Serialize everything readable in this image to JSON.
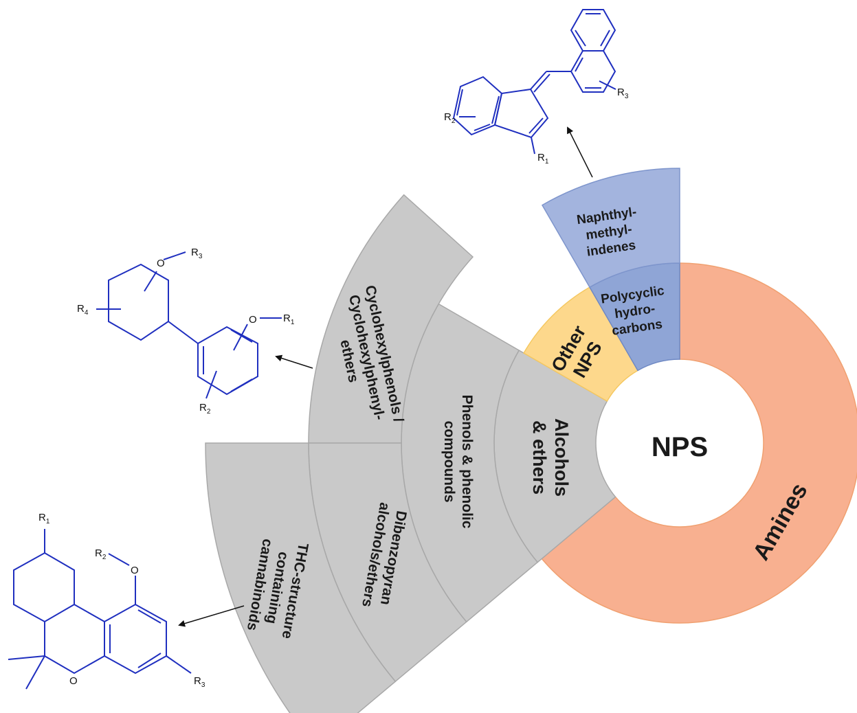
{
  "center": {
    "label": "NPS"
  },
  "segments": {
    "amines": {
      "label": "Amines",
      "color": "#f8b090",
      "stroke": "#f0a070"
    },
    "other_nps": {
      "label_line1": "Other",
      "label_line2": "NPS",
      "color": "#fdd88c",
      "stroke": "#f5c860"
    },
    "polycyclic": {
      "label_line1": "Polycyclic",
      "label_line2": "hydro-",
      "label_line3": "carbons",
      "color": "#8fa5d6",
      "stroke": "#6f89c4"
    },
    "naphthyl": {
      "label_line1": "Naphthyl-",
      "label_line2": "methyl-",
      "label_line3": "indenes",
      "color": "#a3b4de",
      "stroke": "#7e95cc"
    },
    "alcohols": {
      "label_line1": "Alcohols",
      "label_line2": "& ethers",
      "color": "#c9c9c9",
      "stroke": "#a8a8a8"
    },
    "phenols": {
      "label_line1": "Phenols & phenolic",
      "label_line2": "compounds",
      "color": "#c9c9c9",
      "stroke": "#a8a8a8"
    },
    "cyclohexyl": {
      "label_line1": "Cyclohexylphenols /",
      "label_line2": "Cyclohexylphenyl-",
      "label_line3": "ethers",
      "color": "#c9c9c9",
      "stroke": "#a8a8a8"
    },
    "dibenzopyran": {
      "label_line1": "Dibenzopyran",
      "label_line2": "alcohols/ethers",
      "color": "#c9c9c9",
      "stroke": "#a8a8a8"
    },
    "thc": {
      "label_line1": "THC-structure",
      "label_line2": "containing",
      "label_line3": "cannabinoids",
      "color": "#c9c9c9",
      "stroke": "#a8a8a8"
    }
  },
  "structures": {
    "naphthylmethylindene": {
      "r1": "R",
      "r1_sub": "1",
      "r2": "R",
      "r2_sub": "2",
      "r3": "R",
      "r3_sub": "3",
      "color": "#1f2fbf"
    },
    "cyclohexylphenol": {
      "r1": "R",
      "r1_sub": "1",
      "r2": "R",
      "r2_sub": "2",
      "r3": "R",
      "r3_sub": "3",
      "r4": "R",
      "r4_sub": "4",
      "o1": "O",
      "o2": "O",
      "color": "#1f2fbf"
    },
    "thc": {
      "r1": "R",
      "r1_sub": "1",
      "r2": "R",
      "r2_sub": "2",
      "r3": "R",
      "r3_sub": "3",
      "o1": "O",
      "o2": "O",
      "color": "#1f2fbf"
    }
  }
}
